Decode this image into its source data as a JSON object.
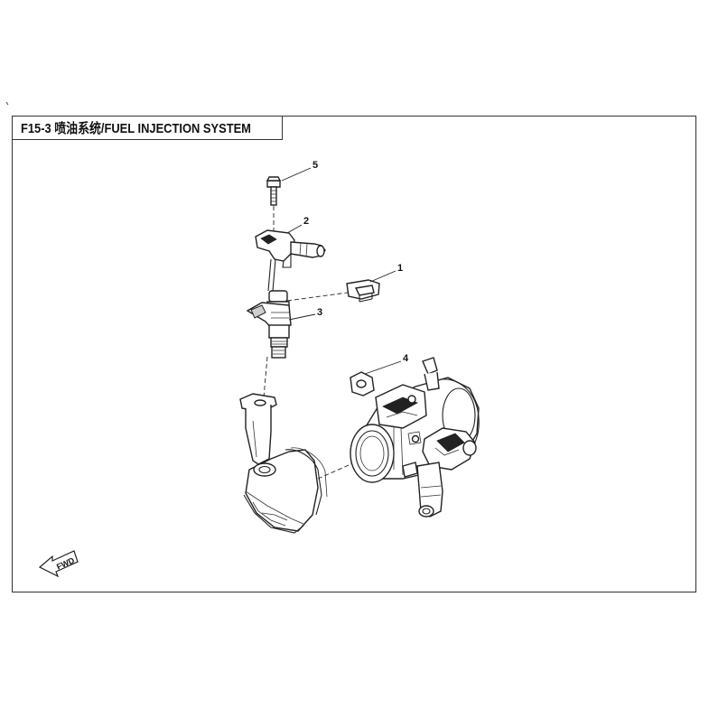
{
  "diagram": {
    "title": "F15-3 喷油系统/FUEL INJECTION SYSTEM",
    "callouts": [
      "1",
      "2",
      "3",
      "4",
      "5"
    ],
    "direction_label": "FWD"
  }
}
